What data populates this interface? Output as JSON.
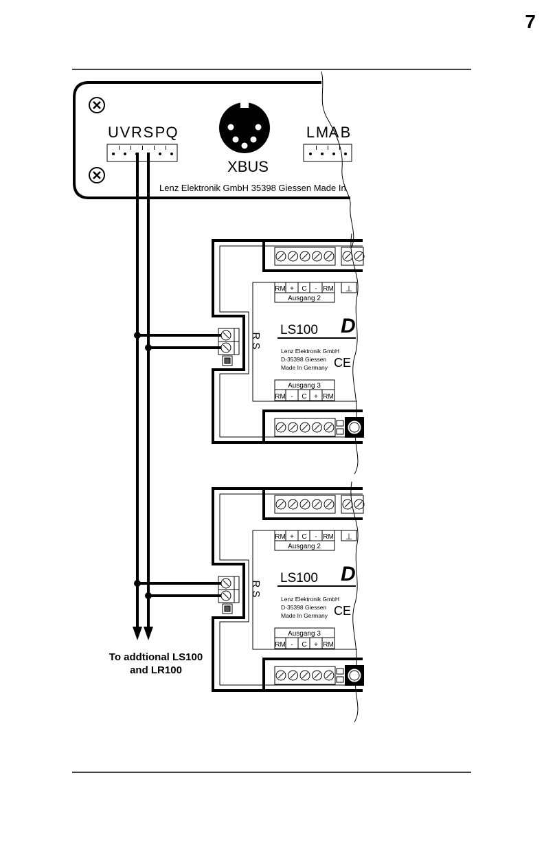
{
  "page": {
    "page_number": "7",
    "bottom_caption": "To addtional LS100\nand  LR100",
    "caption_line1": "To addtional LS100",
    "caption_line2": "and  LR100"
  },
  "command_station": {
    "left_terminals_label": "UVRSPQ",
    "left_terminal_letters": [
      "U",
      "V",
      "R",
      "S",
      "P",
      "Q"
    ],
    "right_terminals_label": "LMAB",
    "right_terminal_letters": [
      "L",
      "M",
      "A",
      "B"
    ],
    "xbus_label": "XBUS",
    "maker_line": "Lenz Elektronik GmbH  35398 Giessen  Made In"
  },
  "modules": [
    {
      "model": "LS100",
      "rs_label": "R S",
      "top_terminal_labels": [
        "RM",
        "+",
        "C",
        "-",
        "RM",
        "⊥"
      ],
      "output_top_label": "Ausgang 2",
      "output_bottom_label": "Ausgang 3",
      "bottom_terminal_labels": [
        "RM",
        "-",
        "C",
        "+",
        "RM"
      ],
      "maker_line1": "Lenz Elektronik GmbH",
      "maker_line2": "D-35398 Giessen",
      "maker_line3": "Made In Germany",
      "ce_mark": "CE",
      "brand_letter": "D"
    },
    {
      "model": "LS100",
      "rs_label": "R S",
      "top_terminal_labels": [
        "RM",
        "+",
        "C",
        "-",
        "RM",
        "⊥"
      ],
      "output_top_label": "Ausgang 2",
      "output_bottom_label": "Ausgang 3",
      "bottom_terminal_labels": [
        "RM",
        "-",
        "C",
        "+",
        "RM"
      ],
      "maker_line1": "Lenz Elektronik GmbH",
      "maker_line2": "D-35398 Giessen",
      "maker_line3": "Made In Germany",
      "ce_mark": "CE",
      "brand_letter": "D"
    }
  ]
}
